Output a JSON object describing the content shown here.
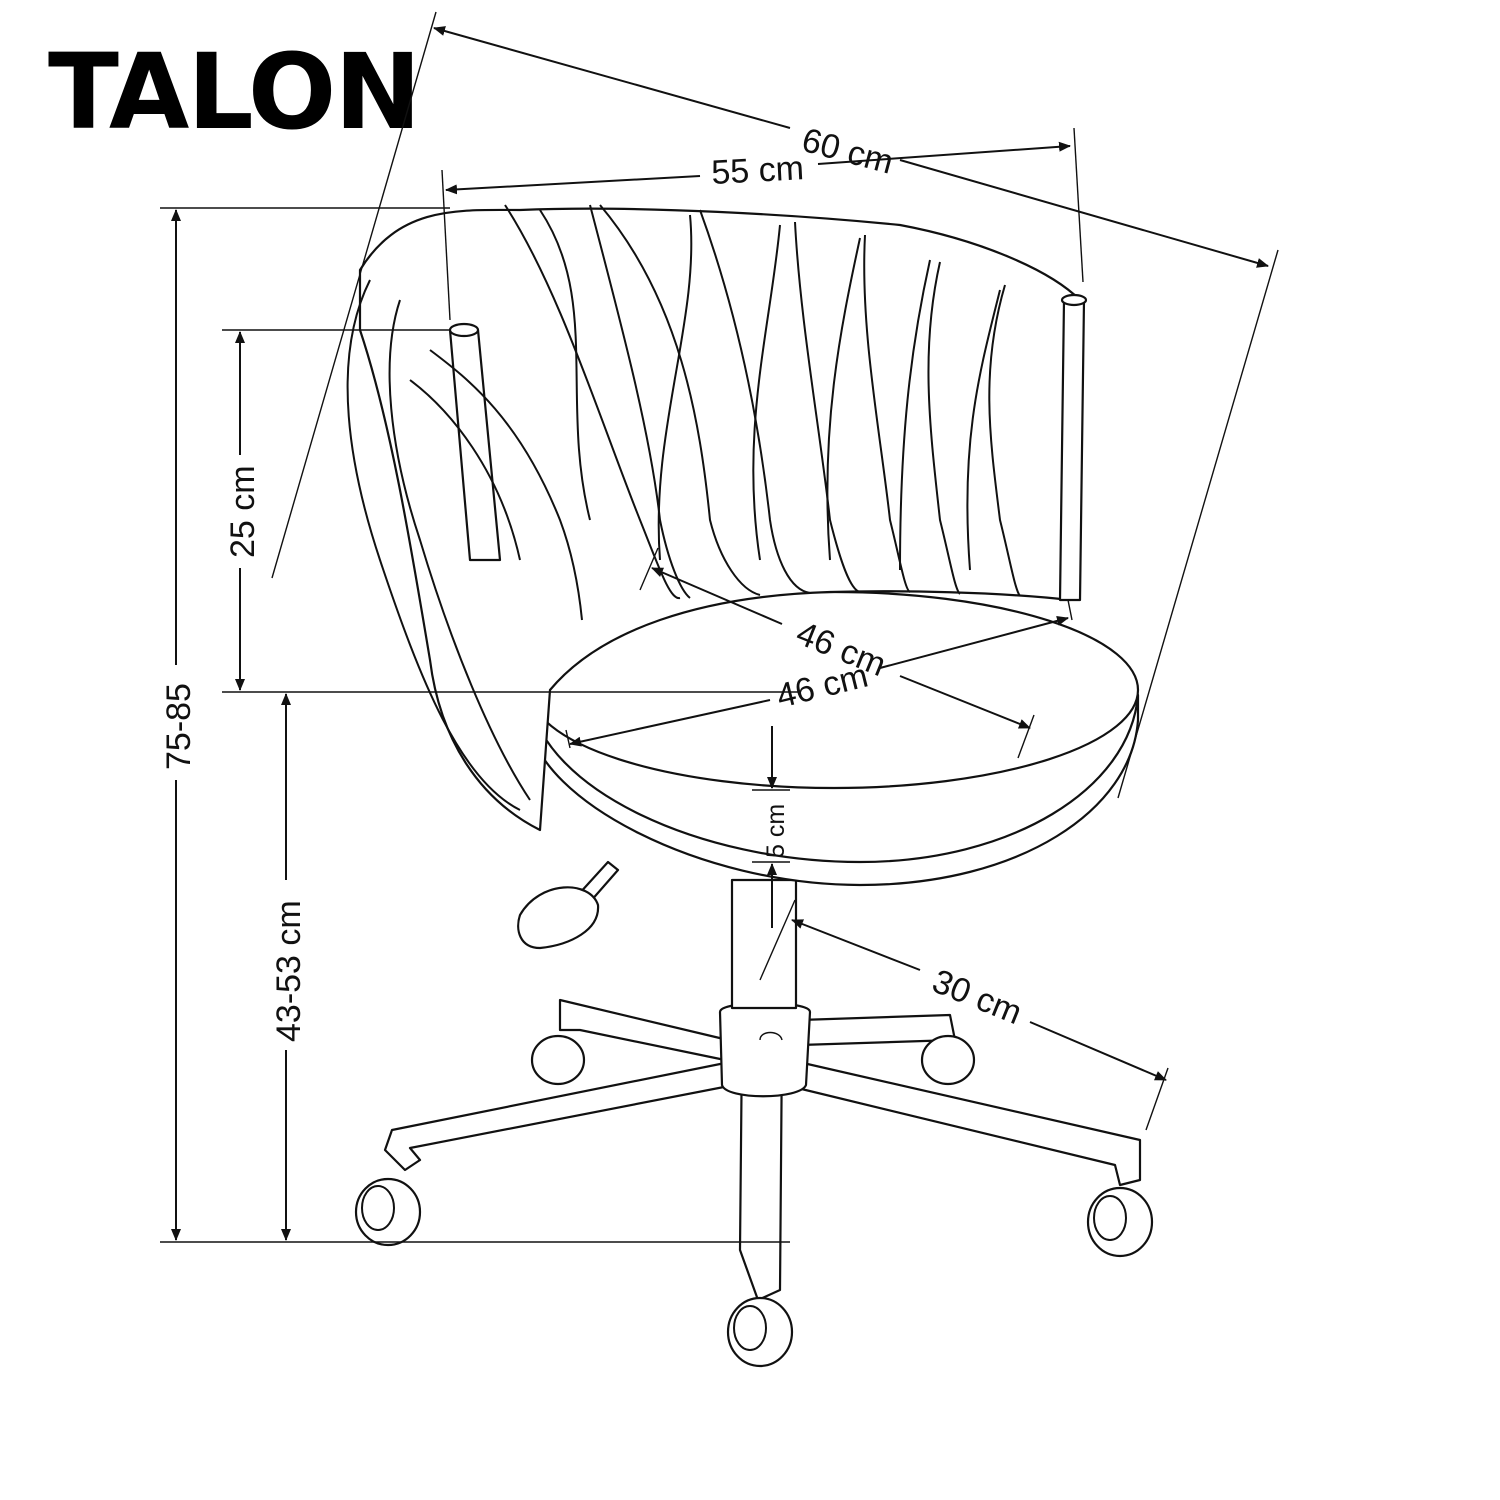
{
  "product": {
    "name": "TALON"
  },
  "dimensions": {
    "overall_width": "60 cm",
    "backrest_width": "55 cm",
    "total_height": "75-85",
    "backrest_height": "25 cm",
    "seat_height": "43-53 cm",
    "seat_depth": "46 cm",
    "seat_width": "46 cm",
    "seat_thickness": "5 cm",
    "base_radius": "30 cm"
  }
}
